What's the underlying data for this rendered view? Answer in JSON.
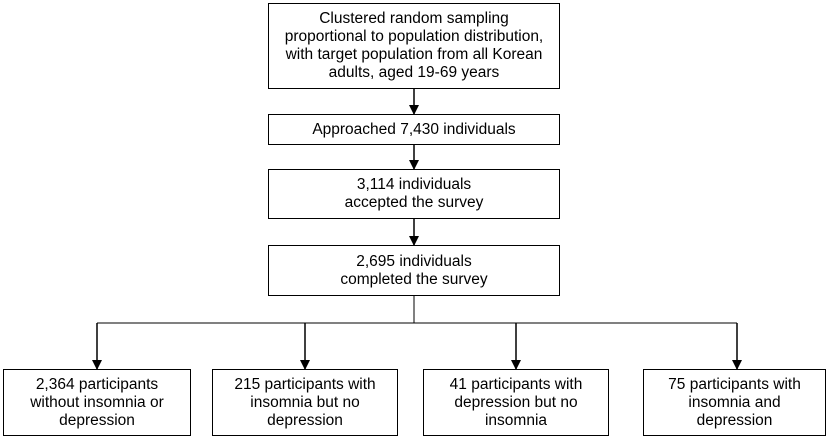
{
  "flowchart": {
    "sampling": [
      "Clustered random sampling",
      "proportional to population distribution,",
      "with target population from all Korean",
      "adults, aged 19-69 years"
    ],
    "approached": [
      "Approached 7,430 individuals"
    ],
    "accepted": [
      "3,114 individuals",
      "accepted the survey"
    ],
    "completed": [
      "2,695 individuals",
      "completed the survey"
    ],
    "groups": [
      [
        "2,364 participants",
        "without insomnia or",
        "depression"
      ],
      [
        "215 participants with",
        "insomnia but no",
        "depression"
      ],
      [
        "41 participants with",
        "depression but no",
        "insomnia"
      ],
      [
        "75 participants with",
        "insomnia and",
        "depression"
      ]
    ]
  }
}
